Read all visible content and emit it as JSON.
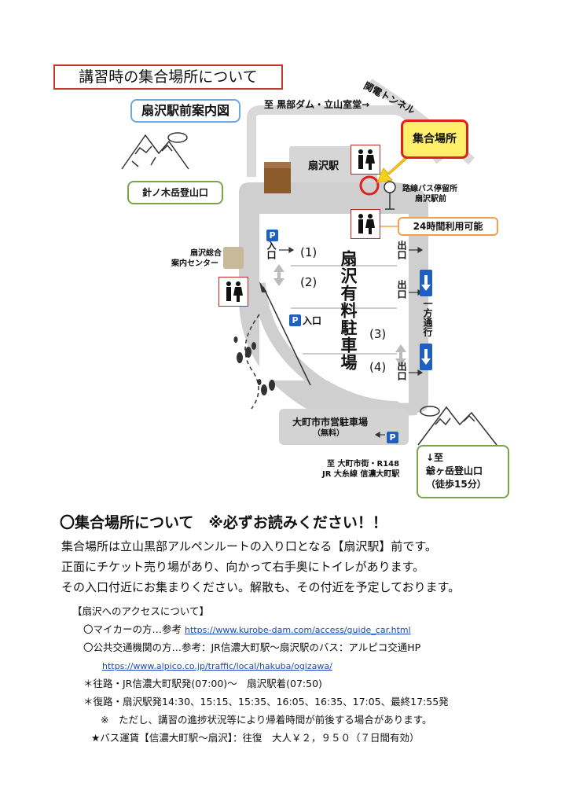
{
  "header": {
    "title": "講習時の集合場所について",
    "station_map_title": "扇沢駅前案内図"
  },
  "map": {
    "to_kurobe": "至 黒部ダム・立山室堂→",
    "kanden_tunnel": "関電トンネル",
    "station": "扇沢駅",
    "meeting_place": "集合場所",
    "bus_stop": [
      "路線バス停留所",
      "扇沢駅前"
    ],
    "open_24h": "24時間利用可能",
    "harinoki": "針ノ木岳登山口",
    "info_center": [
      "扇沢総合",
      "案内センター"
    ],
    "entrance": "入口",
    "entrance2": "入口",
    "exit": "出口",
    "parking_name": "扇沢有料駐車場",
    "one_way": "一方通行",
    "lots": [
      "(1)",
      "(2)",
      "(3)",
      "(4)"
    ],
    "omachi_parking": "大町市市営駐車場",
    "omachi_free": "（無料）",
    "to_omachi": [
      "至 大町市街・R148",
      "JR 大糸線 信濃大町駅"
    ],
    "jiigatake": [
      "↓至",
      "爺ヶ岳登山口",
      "（徒歩15分）"
    ],
    "parking_icon": "P",
    "icons": {
      "toilet": "toilet-icon",
      "mountain": "mountain-icon",
      "footprints": "footprint-icon",
      "bus_stop": "bus-stop-icon"
    },
    "colors": {
      "road": "#d3d3d3",
      "meeting_border": "#e02020",
      "meeting_fill": "#ffef6b",
      "parking_blue": "#1f5fbf"
    }
  },
  "notice": {
    "heading": "〇集合場所について　※必ずお読みください！！",
    "lines": [
      "集合場所は立山黒部アルペンルートの入り口となる【扇沢駅】前です。",
      "正面にチケット売り場があり、向かって右手奥にトイレがあります。",
      "その入口付近にお集まりください。解散も、その付近を予定しております。"
    ]
  },
  "access": {
    "heading": "【扇沢へのアクセスについて】",
    "car_label": "〇マイカーの方…参考",
    "car_url": "https://www.kurobe-dam.com/access/guide_car.html",
    "public_label": "〇公共交通機関の方…参考：JR信濃大町駅～扇沢駅のバス：アルピコ交通HP",
    "public_url": "https://www.alpico.co.jp/traffic/local/hakuba/ogizawa/",
    "outbound": "＊往路・JR信濃大町駅発(07:00)～　扇沢駅着(07:50)",
    "return": "＊復路・扇沢駅発14:30、15:15、15:35、16:05、16:35、17:05、最終17:55発",
    "note": "※　ただし、講習の進捗状況等により帰着時間が前後する場合があります。",
    "fare": "★バス運賃【信濃大町駅～扇沢】：往復　大人￥２，９５０（７日間有効）"
  }
}
